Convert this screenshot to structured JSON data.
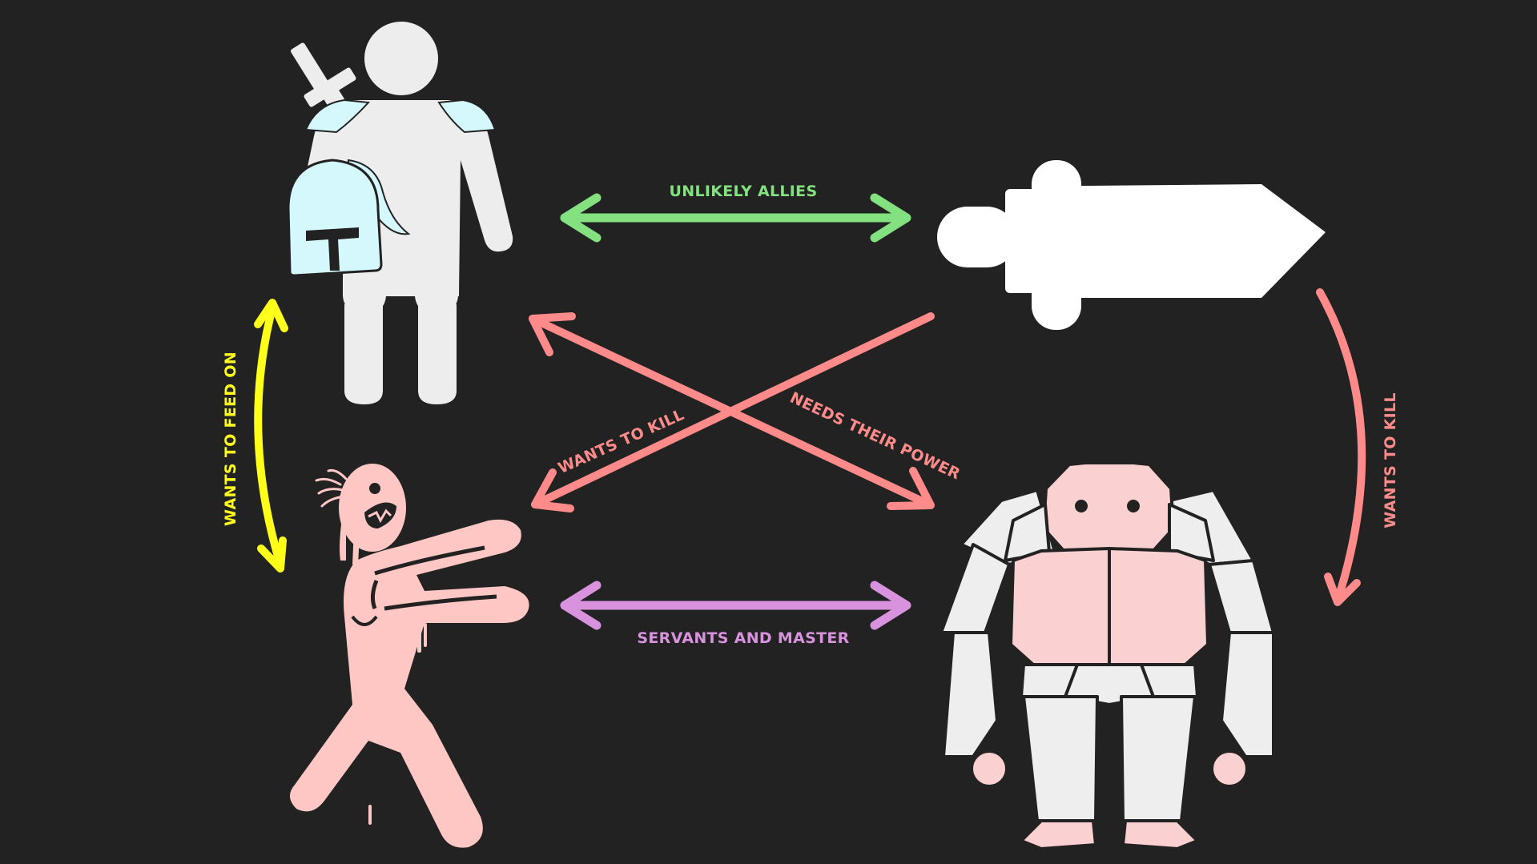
{
  "colors": {
    "background": "#222222",
    "allies": "#84e17f",
    "kill": "#ff8a8a",
    "feed": "#ffff1a",
    "servants": "#d992dd",
    "knight_body": "#ededed",
    "knight_armor": "#d4f8fb",
    "zombie": "#ffc7c4",
    "golem_stone": "#eeeeee",
    "golem_flesh": "#fbd0d0",
    "sword": "#ffffff"
  },
  "characters": {
    "knight": {
      "icon": "knight-icon"
    },
    "sword": {
      "icon": "sword-icon"
    },
    "zombie": {
      "icon": "zombie-icon"
    },
    "golem": {
      "icon": "golem-icon"
    }
  },
  "relations": {
    "unlikely_allies": "UNLIKELY ALLIES",
    "wants_to_feed_on": "WANTS TO FEED ON",
    "wants_to_kill_zombie": "WANTS TO KILL",
    "needs_their_power": "NEEDS THEIR POWER",
    "wants_to_kill_golem": "WANTS TO KILL",
    "servants_and_master": "SERVANTS AND MASTER"
  }
}
